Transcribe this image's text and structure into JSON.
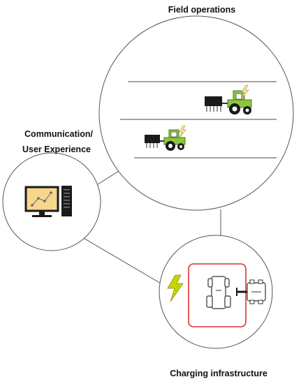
{
  "labels": {
    "field": "Field operations",
    "comm_line1": "Communication/",
    "comm_line2": "User Experience",
    "charging": "Charging infrastructure"
  },
  "colors": {
    "circle_stroke": "#555555",
    "field_line": "#444444",
    "tractor_green": "#8cc63f",
    "tractor_dark": "#1a1a1a",
    "bolt_yellow": "#c8d400",
    "charging_frame": "#e03030",
    "monitor_screen": "#f6d58c"
  },
  "icons": [
    "tractor-icon",
    "implement-icon",
    "lightning-icon",
    "computer-monitor-icon",
    "server-tower-icon",
    "tractor-topview-icon",
    "charging-robot-icon"
  ]
}
